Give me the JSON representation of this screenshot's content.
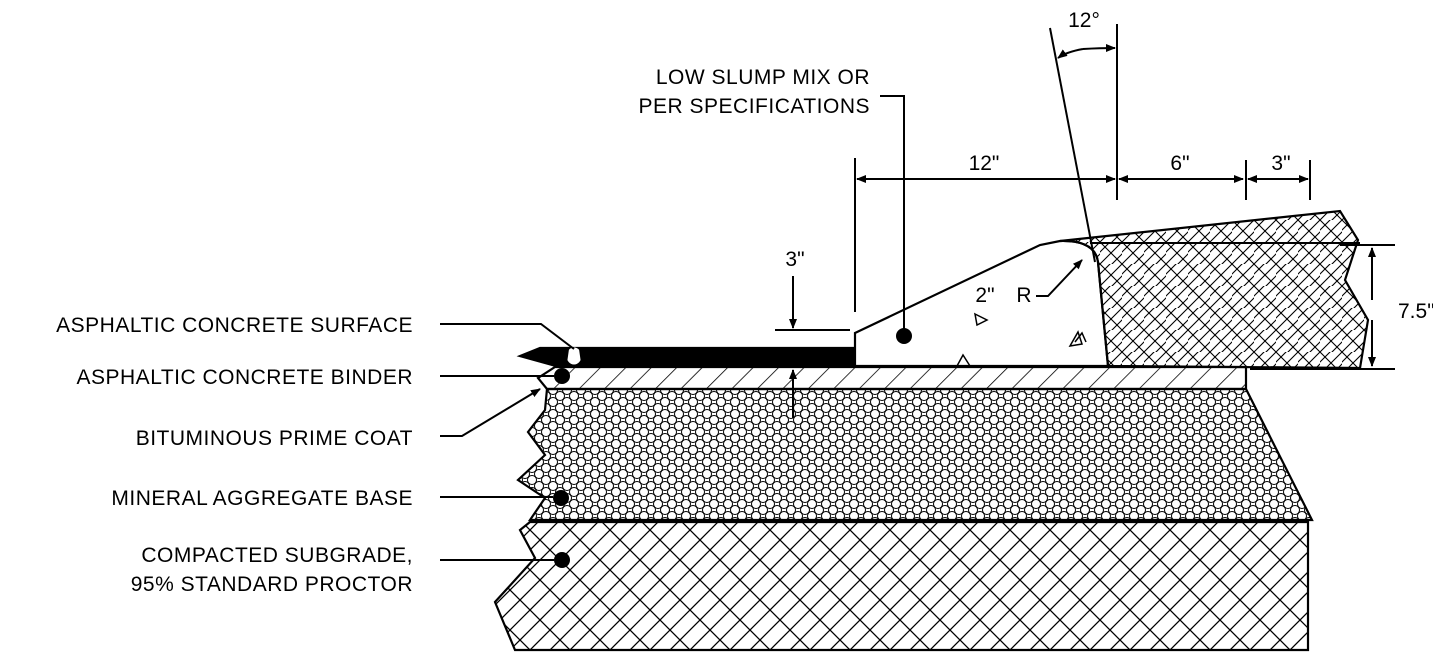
{
  "labels": {
    "mix_line1": "LOW SLUMP MIX OR",
    "mix_line2": "PER SPECIFICATIONS",
    "surface": "ASPHALTIC CONCRETE SURFACE",
    "binder": "ASPHALTIC CONCRETE BINDER",
    "prime": "BITUMINOUS PRIME COAT",
    "base": "MINERAL AGGREGATE BASE",
    "subgrade_line1": "COMPACTED SUBGRADE,",
    "subgrade_line2": "95% STANDARD PROCTOR"
  },
  "dimensions": {
    "angle": "12°",
    "curb_width": "12\"",
    "gutter_offset": "6\"",
    "gutter_small": "3\"",
    "surface_thickness": "3\"",
    "radius": "2\"",
    "radius_letter": "R",
    "height": "7.5\""
  },
  "colors": {
    "ink": "#000000",
    "paper": "#ffffff"
  }
}
